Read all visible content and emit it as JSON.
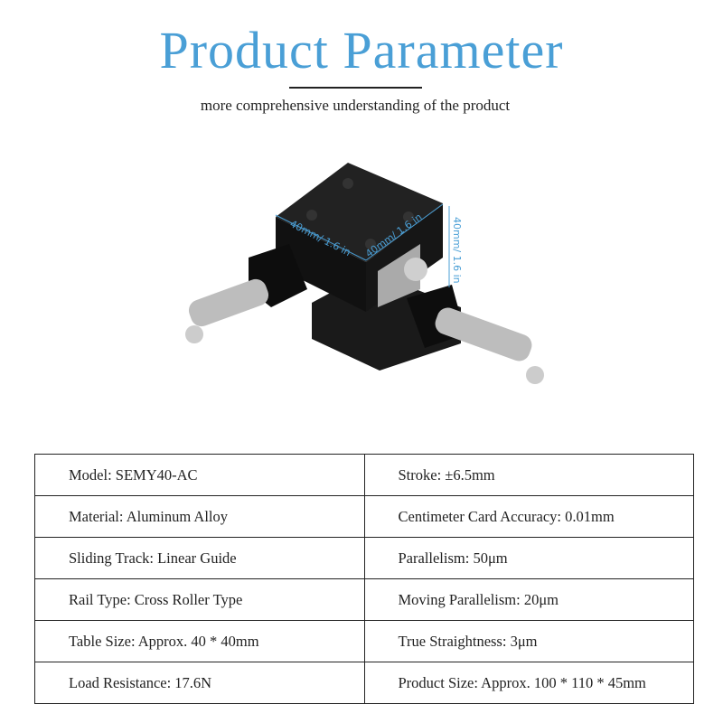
{
  "header": {
    "title": "Product Parameter",
    "subtitle": "more comprehensive understanding of the product"
  },
  "image": {
    "dimension_labels": [
      "40mm/ 1.6 in",
      "40mm/ 1.6 in",
      "40mm/ 1.6 in"
    ],
    "accent_color": "#4a9fd6"
  },
  "specs": [
    [
      "Model: SEMY40-AC",
      "Stroke: ±6.5mm"
    ],
    [
      "Material: Aluminum Alloy",
      "Centimeter Card Accuracy: 0.01mm"
    ],
    [
      "Sliding Track: Linear Guide",
      "Parallelism: 50μm"
    ],
    [
      "Rail Type: Cross Roller Type",
      "Moving Parallelism: 20μm"
    ],
    [
      "Table Size: Approx. 40 * 40mm",
      "True Straightness: 3μm"
    ],
    [
      "Load Resistance: 17.6N",
      "Product Size: Approx. 100 * 110 * 45mm"
    ]
  ]
}
